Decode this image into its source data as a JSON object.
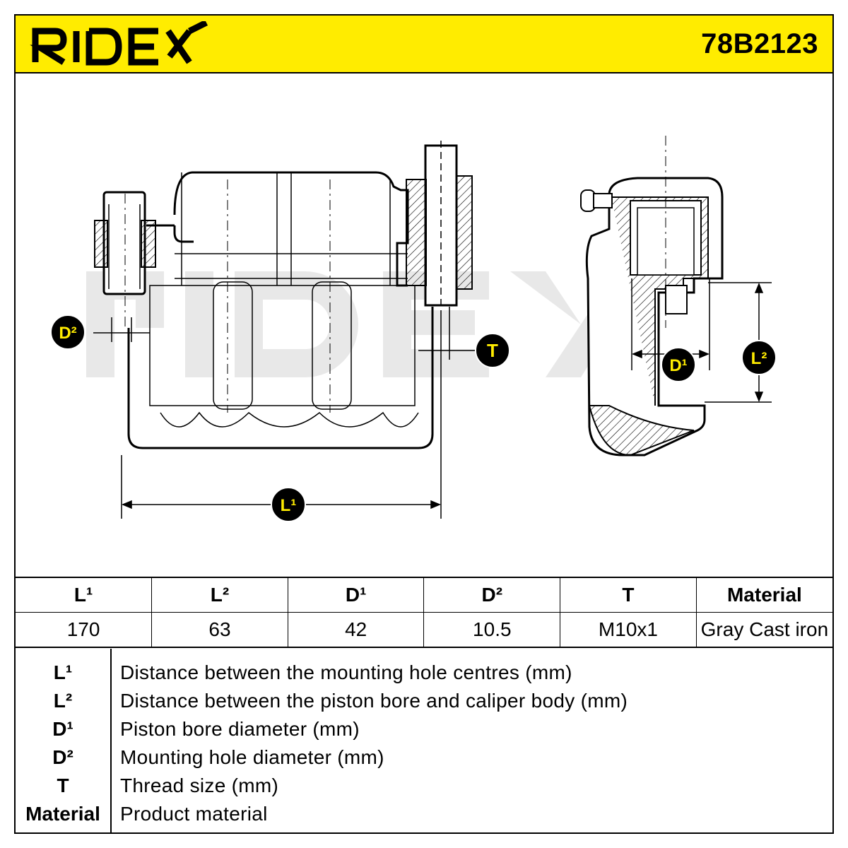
{
  "brand": "RIDEX",
  "part_number": "78B2123",
  "colors": {
    "header_bg": "#ffec00",
    "badge_bg": "#000000",
    "badge_text": "#ffec00",
    "watermark": "#e6e6e6"
  },
  "watermark": "RIDEX",
  "dimension_badges": {
    "d2": "D²",
    "t": "T",
    "l1": "L¹",
    "d1": "D¹",
    "l2": "L²"
  },
  "spec_table": {
    "headers": [
      "L¹",
      "L²",
      "D¹",
      "D²",
      "T",
      "Material"
    ],
    "values": [
      "170",
      "63",
      "42",
      "10.5",
      "M10x1",
      "Gray Cast iron"
    ]
  },
  "legend": [
    {
      "key": "L¹",
      "description": "Distance between the mounting hole centres (mm)"
    },
    {
      "key": "L²",
      "description": "Distance between the piston bore and caliper body (mm)"
    },
    {
      "key": "D¹",
      "description": "Piston bore diameter (mm)"
    },
    {
      "key": "D²",
      "description": "Mounting hole diameter (mm)"
    },
    {
      "key": "T",
      "description": "Thread size (mm)"
    },
    {
      "key": "Material",
      "description": "Product material"
    }
  ]
}
